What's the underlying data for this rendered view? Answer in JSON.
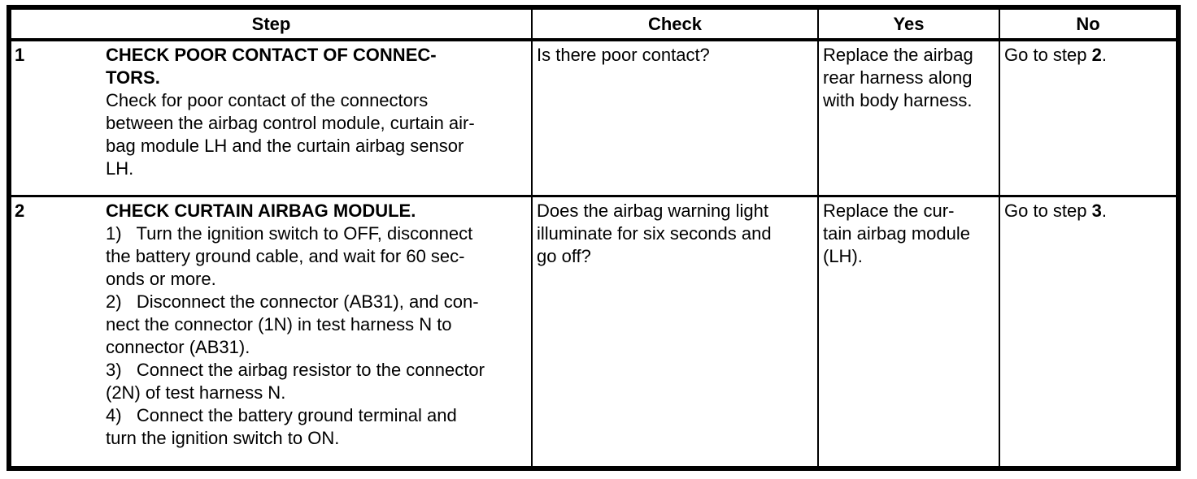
{
  "table": {
    "headers": {
      "step": "Step",
      "check": "Check",
      "yes": "Yes",
      "no": "No"
    },
    "rows": [
      {
        "step_number": "1",
        "step_title": "CHECK POOR CONTACT OF CONNEC-\nTORS.",
        "step_body": "Check for poor contact of the connectors\nbetween the airbag control module, curtain air-\nbag module LH and the curtain airbag sensor\nLH.",
        "check": "Is there poor contact?",
        "yes": "Replace the airbag\nrear harness along\nwith body harness.",
        "no_prefix": "Go to step ",
        "no_step": "2",
        "no_suffix": "."
      },
      {
        "step_number": "2",
        "step_title": "CHECK CURTAIN AIRBAG MODULE.",
        "step_body": "1)   Turn the ignition switch to OFF, disconnect\nthe battery ground cable, and wait for 60 sec-\nonds or more.\n2)   Disconnect the connector (AB31), and con-\nnect the connector (1N) in test harness N to\nconnector (AB31).\n3)   Connect the airbag resistor to the connector\n(2N) of test harness N.\n4)   Connect the battery ground terminal and\nturn the ignition switch to ON.",
        "check": "Does the airbag warning light\nilluminate for six seconds and\ngo off?",
        "yes": "Replace the cur-\ntain airbag module\n(LH).",
        "no_prefix": "Go to step ",
        "no_step": "3",
        "no_suffix": "."
      }
    ]
  }
}
